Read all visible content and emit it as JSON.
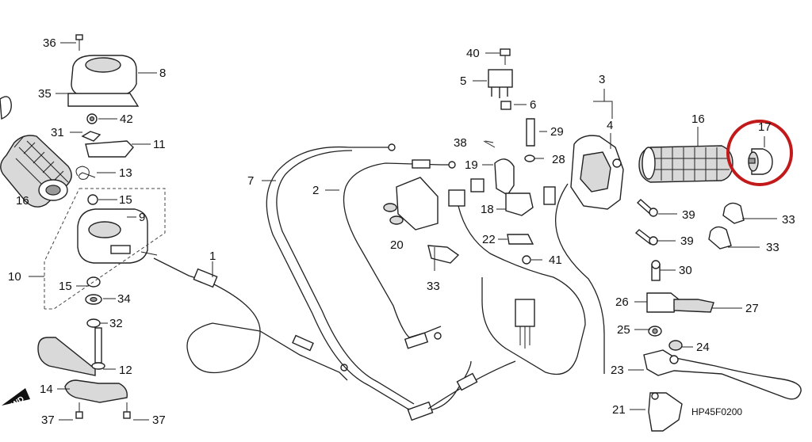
{
  "diagram": {
    "code": "HP45F0200",
    "direction_marker": "FWD",
    "highlight_color": "#c21a1a",
    "highlighted_part": "17"
  },
  "callouts": {
    "p1": "1",
    "p2": "2",
    "p3": "3",
    "p4": "4",
    "p5": "5",
    "p6": "6",
    "p7": "7",
    "p8": "8",
    "p9": "9",
    "p10": "10",
    "p11": "11",
    "p12": "12",
    "p13": "13",
    "p14": "14",
    "p15a": "15",
    "p15b": "15",
    "p16a": "16",
    "p16b": "16",
    "p17": "17",
    "p18": "18",
    "p19": "19",
    "p20": "20",
    "p21": "21",
    "p22": "22",
    "p23": "23",
    "p24": "24",
    "p25": "25",
    "p26": "26",
    "p27": "27",
    "p28": "28",
    "p29": "29",
    "p30": "30",
    "p31": "31",
    "p32": "32",
    "p33a": "33",
    "p33b": "33",
    "p33c": "33",
    "p34": "34",
    "p35": "35",
    "p36": "36",
    "p37a": "37",
    "p37b": "37",
    "p38": "38",
    "p39a": "39",
    "p39b": "39",
    "p40": "40",
    "p41": "41",
    "p42": "42"
  }
}
